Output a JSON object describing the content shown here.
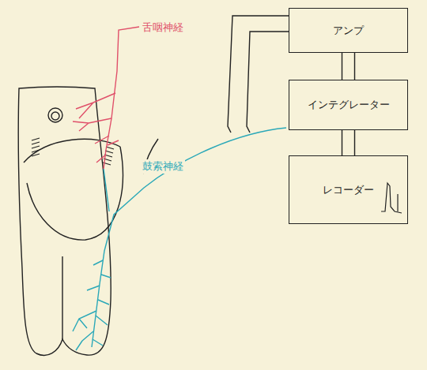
{
  "diagram": {
    "nodes": [
      {
        "text": [
          "アンプ"
        ]
      },
      {
        "text": [
          "インテグレーター"
        ]
      },
      {
        "text": [
          "レコーダー"
        ]
      }
    ],
    "edges": [
      {
        "from": 0,
        "to": 1,
        "arrow": "none"
      },
      {
        "from": 1,
        "to": 2,
        "arrow": "none"
      }
    ],
    "labels": [
      "舌咽神経",
      "鼓索神経"
    ]
  }
}
